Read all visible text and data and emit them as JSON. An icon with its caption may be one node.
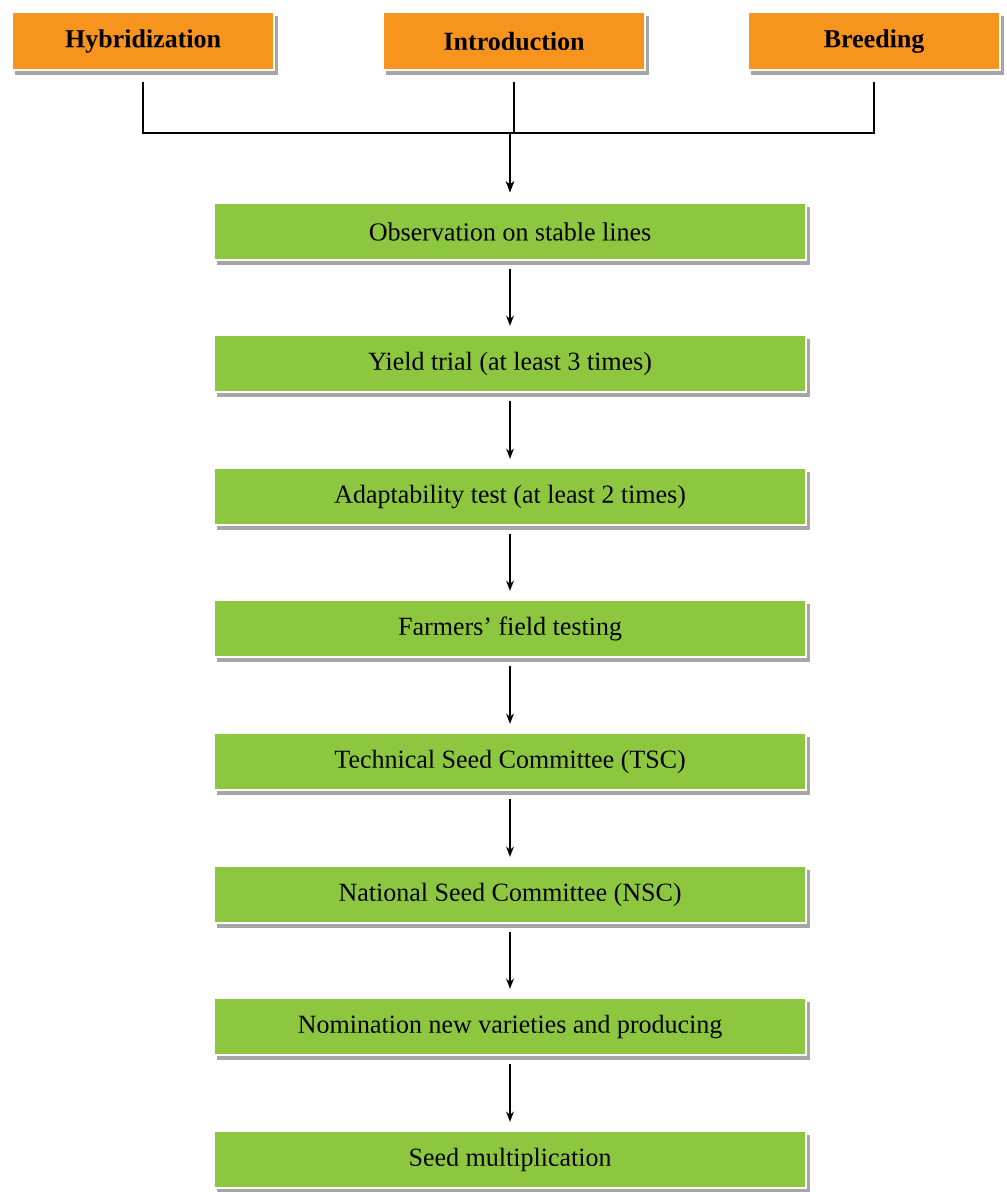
{
  "diagram": {
    "nodes": [
      {
        "text": [
          "Hybridization"
        ]
      },
      {
        "text": [
          "Introduction"
        ]
      },
      {
        "text": [
          "Breeding"
        ]
      },
      {
        "text": [
          "Observation on stable lines"
        ]
      },
      {
        "text": [
          "Yield trial (at least 3 times)"
        ]
      },
      {
        "text": [
          "Adaptability test (at least 2 times)"
        ]
      },
      {
        "text": [
          "Farmers’ field testing"
        ]
      },
      {
        "text": [
          "Technical Seed Committee (TSC)"
        ]
      },
      {
        "text": [
          "National Seed Committee (NSC)"
        ]
      },
      {
        "text": [
          "Nomination new varieties and producing"
        ]
      },
      {
        "text": [
          "Seed multiplication"
        ]
      }
    ],
    "edges": [
      {
        "from": 0,
        "to": 3,
        "arrow": "to"
      },
      {
        "from": 1,
        "to": 3,
        "arrow": "to"
      },
      {
        "from": 2,
        "to": 3,
        "arrow": "to"
      },
      {
        "from": 3,
        "to": 4,
        "arrow": "to"
      },
      {
        "from": 4,
        "to": 5,
        "arrow": "to"
      },
      {
        "from": 5,
        "to": 6,
        "arrow": "to"
      },
      {
        "from": 6,
        "to": 7,
        "arrow": "to"
      },
      {
        "from": 7,
        "to": 8,
        "arrow": "to"
      },
      {
        "from": 8,
        "to": 9,
        "arrow": "to"
      },
      {
        "from": 9,
        "to": 10,
        "arrow": "to"
      }
    ]
  }
}
